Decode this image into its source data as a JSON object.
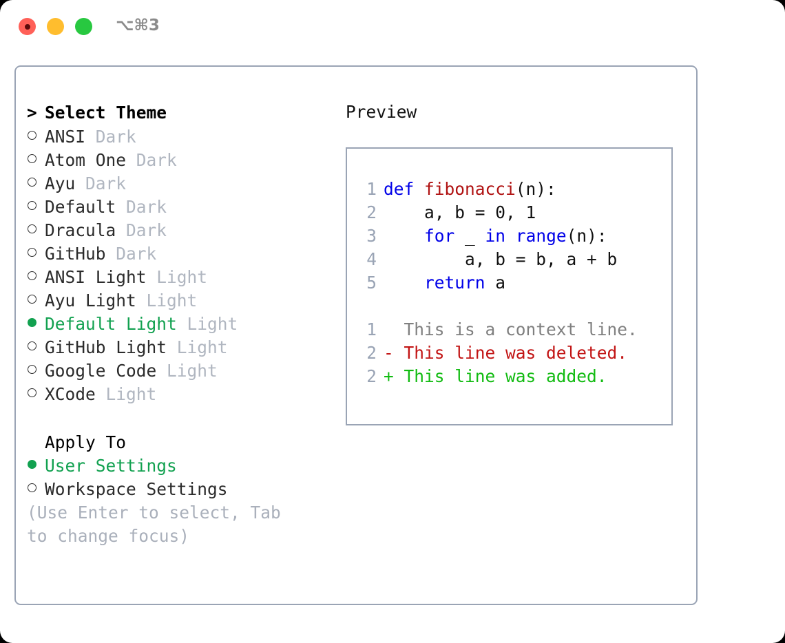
{
  "titlebar": {
    "shortcut": "⌥⌘3",
    "lights": [
      "close-red",
      "minimize-yellow",
      "maximize-green"
    ]
  },
  "theme_picker": {
    "header": {
      "marker": ">",
      "title": "Select Theme"
    },
    "items": [
      {
        "selected": false,
        "marker": "o",
        "name": "ANSI",
        "variant": "Dark"
      },
      {
        "selected": false,
        "marker": "o",
        "name": "Atom One",
        "variant": "Dark"
      },
      {
        "selected": false,
        "marker": "o",
        "name": "Ayu",
        "variant": "Dark"
      },
      {
        "selected": false,
        "marker": "o",
        "name": "Default",
        "variant": "Dark"
      },
      {
        "selected": false,
        "marker": "o",
        "name": "Dracula",
        "variant": "Dark"
      },
      {
        "selected": false,
        "marker": "o",
        "name": "GitHub",
        "variant": "Dark"
      },
      {
        "selected": false,
        "marker": "o",
        "name": "ANSI Light",
        "variant": "Light"
      },
      {
        "selected": false,
        "marker": "o",
        "name": "Ayu Light",
        "variant": "Light"
      },
      {
        "selected": true,
        "marker": "●",
        "name": "Default Light",
        "variant": "Light"
      },
      {
        "selected": false,
        "marker": "o",
        "name": "GitHub Light",
        "variant": "Light"
      },
      {
        "selected": false,
        "marker": "o",
        "name": "Google Code",
        "variant": "Light"
      },
      {
        "selected": false,
        "marker": "o",
        "name": "XCode",
        "variant": "Light"
      }
    ]
  },
  "apply_to": {
    "header": "Apply To",
    "options": [
      {
        "selected": true,
        "label": "User Settings"
      },
      {
        "selected": false,
        "label": "Workspace Settings"
      }
    ]
  },
  "help_text": "(Use Enter to select, Tab to change focus)",
  "preview": {
    "title": "Preview",
    "code_lines": [
      {
        "number": "1",
        "tokens": [
          {
            "text": "def ",
            "type": "keyword"
          },
          {
            "text": "fibonacci",
            "type": "function"
          },
          {
            "text": "(n):",
            "type": "plain"
          }
        ]
      },
      {
        "number": "2",
        "tokens": [
          {
            "text": "    a, b = 0, 1",
            "type": "plain"
          }
        ]
      },
      {
        "number": "3",
        "tokens": [
          {
            "text": "    ",
            "type": "plain"
          },
          {
            "text": "for",
            "type": "keyword"
          },
          {
            "text": " _ ",
            "type": "plain"
          },
          {
            "text": "in",
            "type": "keyword"
          },
          {
            "text": " ",
            "type": "plain"
          },
          {
            "text": "range",
            "type": "keyword"
          },
          {
            "text": "(n):",
            "type": "plain"
          }
        ]
      },
      {
        "number": "4",
        "tokens": [
          {
            "text": "        a, b = b, a + b",
            "type": "plain"
          }
        ]
      },
      {
        "number": "5",
        "tokens": [
          {
            "text": "    ",
            "type": "plain"
          },
          {
            "text": "return",
            "type": "keyword"
          },
          {
            "text": " a",
            "type": "plain"
          }
        ]
      }
    ],
    "diff_lines": [
      {
        "number": "1",
        "prefix": "  ",
        "text": "This is a context line.",
        "kind": "context"
      },
      {
        "number": "2",
        "prefix": "- ",
        "text": "This line was deleted.",
        "kind": "deleted"
      },
      {
        "number": "2",
        "prefix": "+ ",
        "text": "This line was added.",
        "kind": "added"
      }
    ]
  },
  "colors": {
    "selected_green": "#12a150",
    "added_green": "#11bb11",
    "deleted_red": "#c21414",
    "keyword_blue": "#0000e8",
    "function_red": "#b01212",
    "muted_gray": "#b0b6c0",
    "border_gray": "#9aa4b5"
  }
}
